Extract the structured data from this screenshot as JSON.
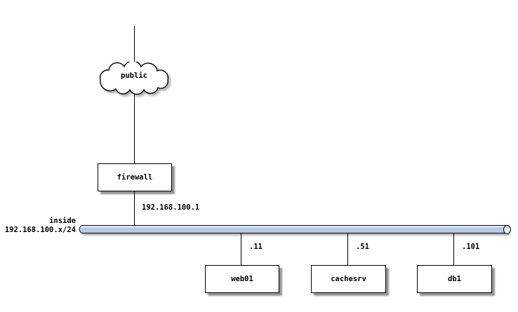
{
  "diagram": {
    "type": "network-diagram",
    "background_color": "#ffffff",
    "line_color": "#000000",
    "cloud": {
      "label": "public"
    },
    "firewall": {
      "label": "firewall",
      "ip_label": "192.168.100.1"
    },
    "network": {
      "name": "inside",
      "subnet": "192.168.100.x/24",
      "bar_fill": "#b9c9e8",
      "bar_border": "#000000"
    },
    "hosts": [
      {
        "label": "web01",
        "address": ".11"
      },
      {
        "label": "cachesrv",
        "address": ".51"
      },
      {
        "label": "db1",
        "address": ".101"
      }
    ]
  }
}
